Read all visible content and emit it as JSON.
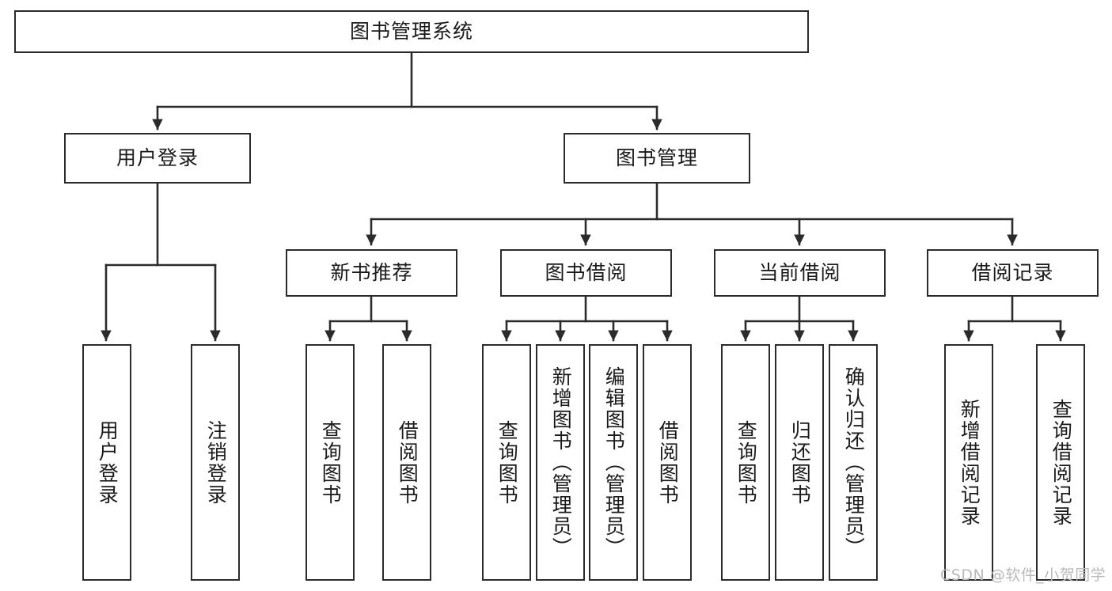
{
  "diagram": {
    "title": "图书管理系统",
    "type": "tree-hierarchy-diagram",
    "colors": {
      "border": "#2b2b2b",
      "background": "#ffffff",
      "text": "#1a1a1a",
      "watermark": "#b9b9b9"
    },
    "watermark": "CSDN @软件_小贺同学",
    "levels": {
      "root": {
        "label": "图书管理系统"
      },
      "level2": [
        {
          "id": "user-login",
          "label": "用户登录"
        },
        {
          "id": "book-management",
          "label": "图书管理"
        }
      ],
      "level3": [
        {
          "id": "new-book-recommend",
          "label": "新书推荐",
          "parent": "book-management"
        },
        {
          "id": "book-borrow",
          "label": "图书借阅",
          "parent": "book-management"
        },
        {
          "id": "current-borrow",
          "label": "当前借阅",
          "parent": "book-management"
        },
        {
          "id": "borrow-record",
          "label": "借阅记录",
          "parent": "book-management"
        }
      ],
      "leaves": [
        {
          "id": "leaf-user-login",
          "label": "用户登录",
          "parent": "user-login"
        },
        {
          "id": "leaf-logout-login",
          "label": "注销登录",
          "parent": "user-login"
        },
        {
          "id": "leaf-query-book-1",
          "label": "查询图书",
          "parent": "new-book-recommend"
        },
        {
          "id": "leaf-borrow-book-1",
          "label": "借阅图书",
          "parent": "new-book-recommend"
        },
        {
          "id": "leaf-query-book-2",
          "label": "查询图书",
          "parent": "book-borrow"
        },
        {
          "id": "leaf-add-book",
          "label": "新增图书（管理员）",
          "parent": "book-borrow"
        },
        {
          "id": "leaf-edit-book",
          "label": "编辑图书（管理员）",
          "parent": "book-borrow"
        },
        {
          "id": "leaf-borrow-book-2",
          "label": "借阅图书",
          "parent": "book-borrow"
        },
        {
          "id": "leaf-query-book-3",
          "label": "查询图书",
          "parent": "current-borrow"
        },
        {
          "id": "leaf-return-book",
          "label": "归还图书",
          "parent": "current-borrow"
        },
        {
          "id": "leaf-confirm-return",
          "label": "确认归还（管理员）",
          "parent": "current-borrow"
        },
        {
          "id": "leaf-add-record",
          "label": "新增借阅记录",
          "parent": "borrow-record"
        },
        {
          "id": "leaf-query-record",
          "label": "查询借阅记录",
          "parent": "borrow-record"
        }
      ]
    }
  }
}
